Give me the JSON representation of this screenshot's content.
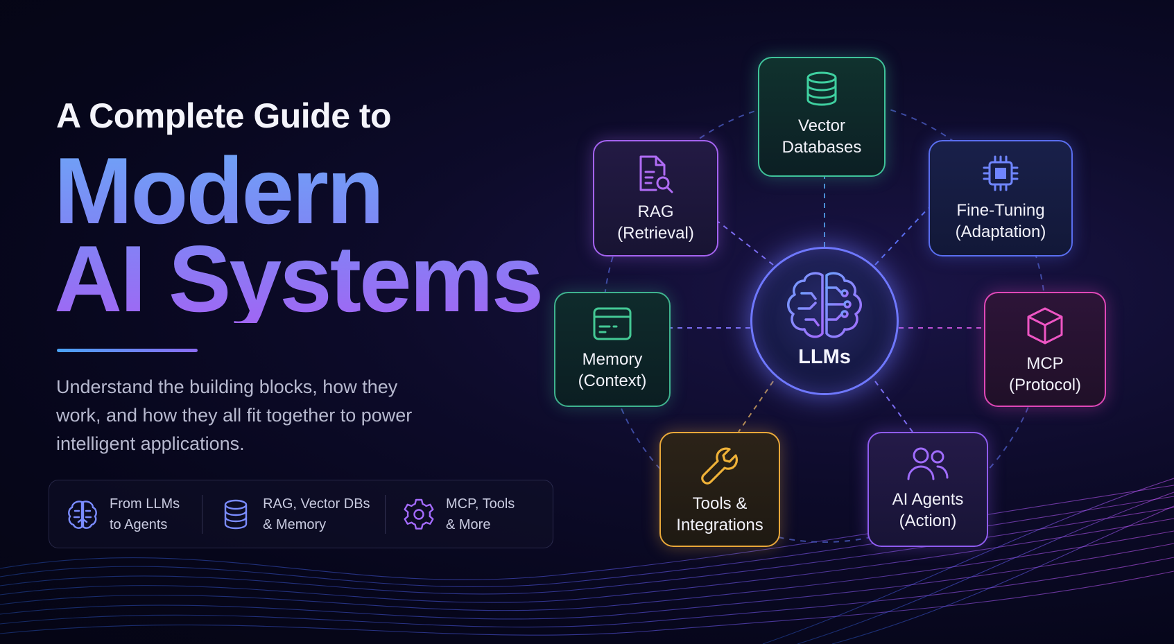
{
  "header": {
    "kicker": "A Complete Guide to",
    "title_line1": "Modern",
    "title_line2": "AI Systems",
    "description": "Understand the building blocks, how they work, and how they all fit together to power intelligent applications."
  },
  "features": [
    {
      "icon": "brain-icon",
      "line1": "From LLMs",
      "line2": "to Agents"
    },
    {
      "icon": "database-icon",
      "line1": "RAG, Vector DBs",
      "line2": "& Memory"
    },
    {
      "icon": "gear-icon",
      "line1": "MCP, Tools",
      "line2": "& More"
    }
  ],
  "diagram": {
    "hub": {
      "label": "LLMs",
      "icon": "brain-circuit-icon"
    },
    "nodes": [
      {
        "id": "vector",
        "label": "Vector\nDatabases",
        "icon": "database-icon",
        "color": "#3fc39a"
      },
      {
        "id": "rag",
        "label": "RAG\n(Retrieval)",
        "icon": "document-search-icon",
        "color": "#a463f0"
      },
      {
        "id": "fine",
        "label": "Fine-Tuning\n(Adaptation)",
        "icon": "chip-icon",
        "color": "#5a6ef0"
      },
      {
        "id": "memory",
        "label": "Memory\n(Context)",
        "icon": "card-icon",
        "color": "#3fb38f"
      },
      {
        "id": "mcp",
        "label": "MCP\n(Protocol)",
        "icon": "cube-icon",
        "color": "#e048b8"
      },
      {
        "id": "tools",
        "label": "Tools &\nIntegrations",
        "icon": "wrench-icon",
        "color": "#e9a83a"
      },
      {
        "id": "agents",
        "label": "AI Agents\n(Action)",
        "icon": "users-icon",
        "color": "#8f5cf0"
      }
    ]
  }
}
